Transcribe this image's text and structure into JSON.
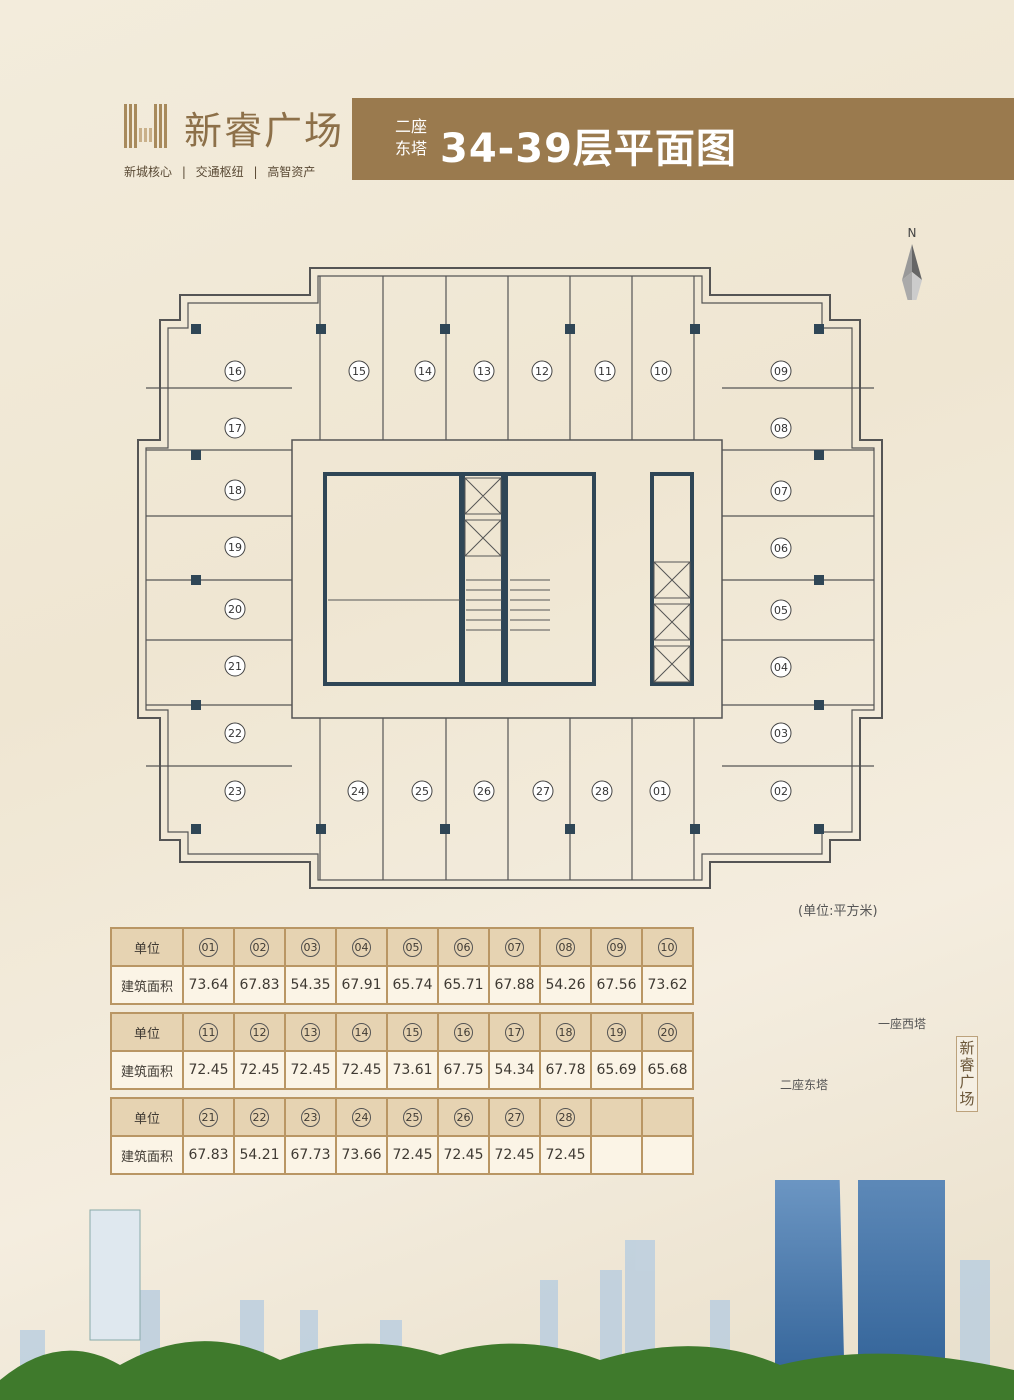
{
  "header": {
    "brand": "新睿广场",
    "slogan": "新城核心 | 交通枢纽 | 高智资产",
    "tower_sub_1": "二座",
    "tower_sub_2": "东塔",
    "title": "34-39层平面图"
  },
  "compass": {
    "label": "N"
  },
  "floorplan": {
    "units": [
      "01",
      "02",
      "03",
      "04",
      "05",
      "06",
      "07",
      "08",
      "09",
      "10",
      "11",
      "12",
      "13",
      "14",
      "15",
      "16",
      "17",
      "18",
      "19",
      "20",
      "21",
      "22",
      "23",
      "24",
      "25",
      "26",
      "27",
      "28"
    ]
  },
  "unit_note": "(单位:平方米)",
  "tables": {
    "row_header": "单位",
    "area_header": "建筑面积",
    "groups": [
      {
        "units": [
          "01",
          "02",
          "03",
          "04",
          "05",
          "06",
          "07",
          "08",
          "09",
          "10"
        ],
        "areas": [
          "73.64",
          "67.83",
          "54.35",
          "67.91",
          "65.74",
          "65.71",
          "67.88",
          "54.26",
          "67.56",
          "73.62"
        ]
      },
      {
        "units": [
          "11",
          "12",
          "13",
          "14",
          "15",
          "16",
          "17",
          "18",
          "19",
          "20"
        ],
        "areas": [
          "72.45",
          "72.45",
          "72.45",
          "72.45",
          "73.61",
          "67.75",
          "54.34",
          "67.78",
          "65.69",
          "65.68"
        ]
      },
      {
        "units": [
          "21",
          "22",
          "23",
          "24",
          "25",
          "26",
          "27",
          "28",
          "",
          ""
        ],
        "areas": [
          "67.83",
          "54.21",
          "67.73",
          "73.66",
          "72.45",
          "72.45",
          "72.45",
          "72.45",
          "",
          ""
        ]
      }
    ]
  },
  "skyline": {
    "west_tower": "一座西塔",
    "east_tower": "二座东塔",
    "brand_vertical": "新睿广场"
  },
  "colors": {
    "gold": "#9a7a4e",
    "table_border": "#b99664",
    "core": "#2f4656"
  }
}
